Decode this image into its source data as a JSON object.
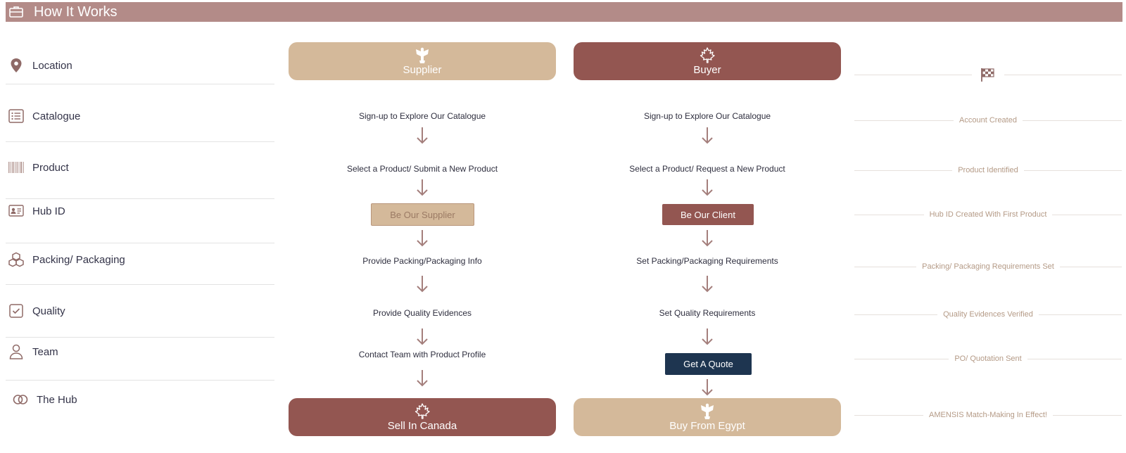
{
  "header": {
    "title": "How It Works",
    "icon": "briefcase-icon"
  },
  "sidebar": [
    {
      "label": "Location",
      "icon": "map-pin-icon"
    },
    {
      "label": "Catalogue",
      "icon": "list-icon"
    },
    {
      "label": "Product",
      "icon": "barcode-icon"
    },
    {
      "label": "Hub ID",
      "icon": "id-card-icon"
    },
    {
      "label": "Packing/ Packaging",
      "icon": "boxes-icon"
    },
    {
      "label": "Quality",
      "icon": "checkbox-icon"
    },
    {
      "label": "Team",
      "icon": "user-icon"
    },
    {
      "label": "The Hub",
      "icon": "rings-icon"
    }
  ],
  "supplier": {
    "title": "Supplier",
    "steps": [
      "Sign-up to Explore Our Catalogue",
      "Select a Product/ Submit a New Product",
      "Provide Packing/Packaging Info",
      "Provide Quality Evidences",
      "Contact Team with Product Profile"
    ],
    "button": "Be Our Supplier",
    "end": "Sell In Canada"
  },
  "buyer": {
    "title": "Buyer",
    "steps": [
      "Sign-up to Explore Our Catalogue",
      "Select a Product/ Request a New Product",
      "Set Packing/Packaging Requirements",
      "Set Quality Requirements"
    ],
    "button": "Be Our Client",
    "quote_button": "Get A Quote",
    "end": "Buy From Egypt"
  },
  "milestones": [
    "Account Created",
    "Product Identified",
    "Hub ID Created With First Product",
    "Packing/ Packaging Requirements Set",
    "Quality Evidences Verified",
    "PO/ Quotation Sent",
    "AMENSIS Match-Making In Effect!"
  ],
  "colors": {
    "header": "#b38b88",
    "tan": "#d4b99a",
    "maroon": "#935651",
    "navy": "#1e3550",
    "arrow": "#a47f7c"
  }
}
